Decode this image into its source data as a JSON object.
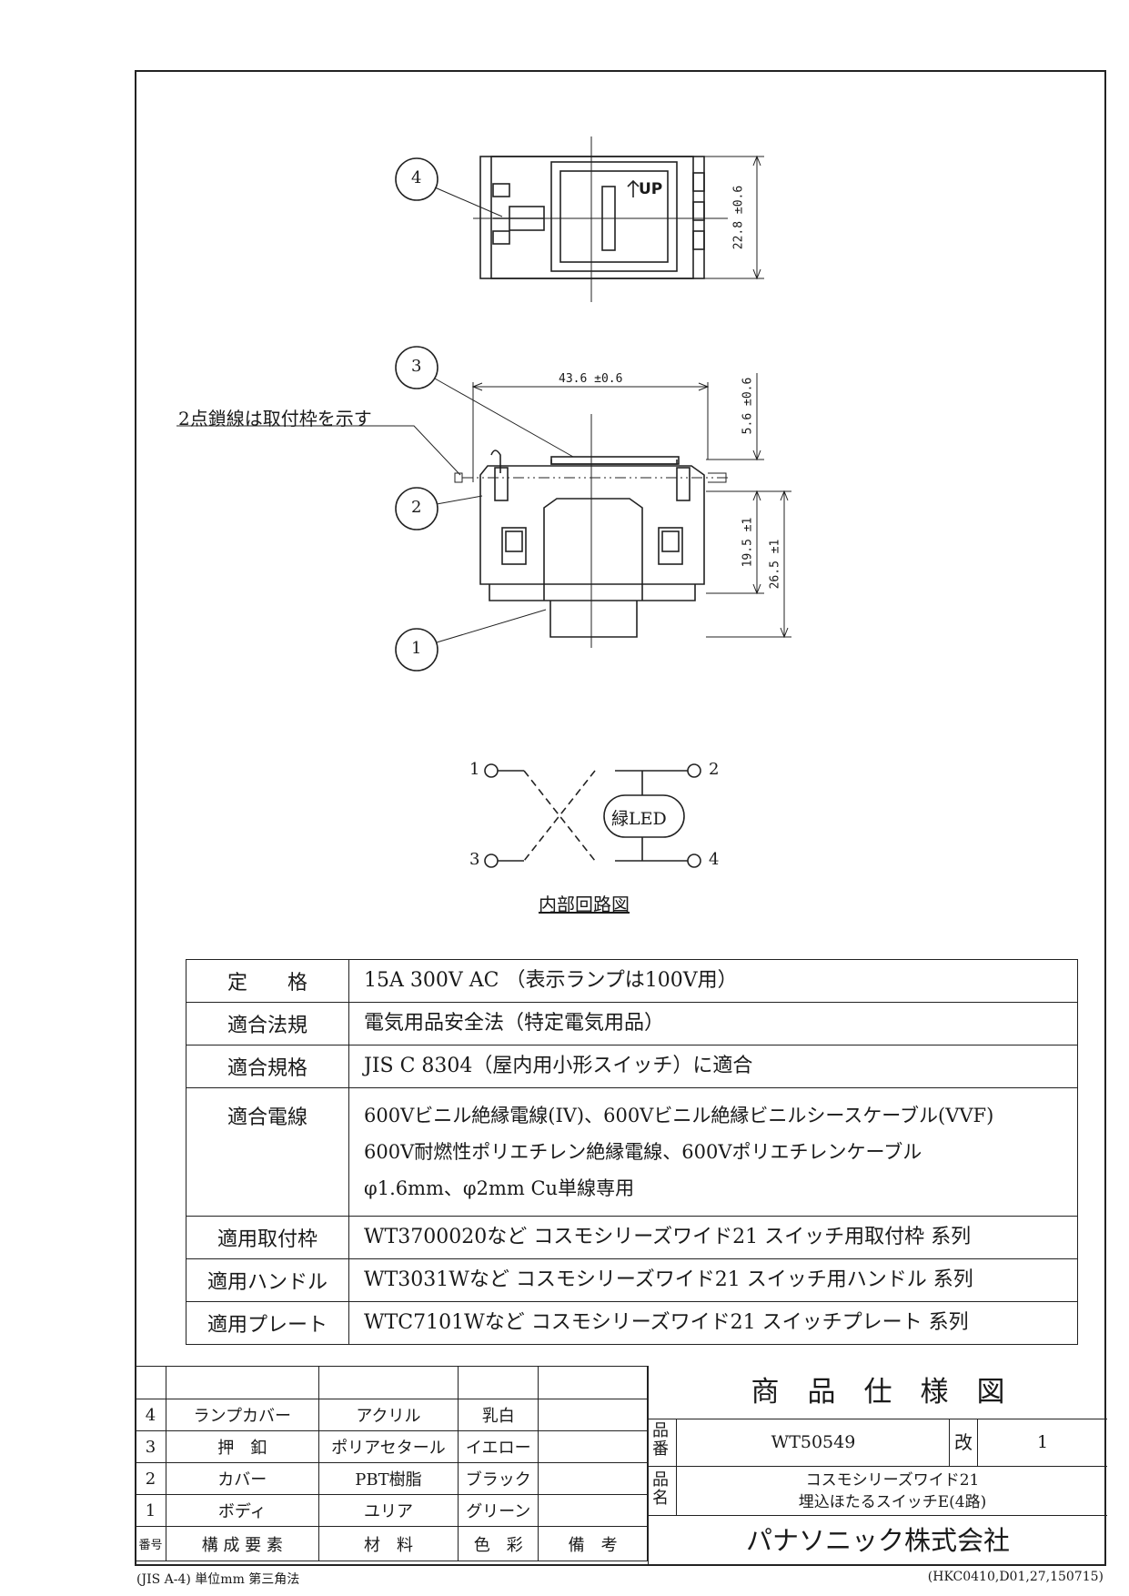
{
  "drawing": {
    "callouts": [
      "1",
      "2",
      "3",
      "4"
    ],
    "up_label": "UP",
    "dims": {
      "width": "43.6 ±0.6",
      "height_top": "22.8 ±0.6",
      "depth_upper": "5.6 ±0.6",
      "depth_mid": "19.5 ±1",
      "depth_total": "26.5 ±1"
    },
    "note": "2点鎖線は取付枠を示す"
  },
  "circuit": {
    "terminals": [
      "1",
      "2",
      "3",
      "4"
    ],
    "led_label": "緑LED",
    "caption": "内部回路図"
  },
  "spec": [
    {
      "label": "定　　格",
      "lines": [
        "15A  300V  AC （表示ランプは100V用）"
      ]
    },
    {
      "label": "適合法規",
      "lines": [
        "電気用品安全法（特定電気用品）"
      ]
    },
    {
      "label": "適合規格",
      "lines": [
        "JIS  C  8304（屋内用小形スイッチ）に適合"
      ]
    },
    {
      "label": "適合電線",
      "lines": [
        "600Vビニル絶縁電線(IV)、600Vビニル絶縁ビニルシースケーブル(VVF)",
        "600V耐燃性ポリエチレン絶縁電線、600Vポリエチレンケーブル",
        " φ1.6mm、φ2mm  Cu単線専用"
      ]
    },
    {
      "label": "適用取付枠",
      "lines": [
        "WT3700020など  コスモシリーズワイド21  スイッチ用取付枠  系列"
      ]
    },
    {
      "label": "適用ハンドル",
      "lines": [
        "WT3031Wなど  コスモシリーズワイド21  スイッチ用ハンドル  系列"
      ]
    },
    {
      "label": "適用プレート",
      "lines": [
        "WTC7101Wなど  コスモシリーズワイド21  スイッチプレート  系列"
      ]
    }
  ],
  "parts": {
    "rows": [
      {
        "no": "4",
        "name": "ランプカバー",
        "material": "アクリル",
        "color": "乳白",
        "note": ""
      },
      {
        "no": "3",
        "name": "押　釦",
        "material": "ポリアセタール",
        "color": "イエロー",
        "note": ""
      },
      {
        "no": "2",
        "name": "カバー",
        "material": "PBT樹脂",
        "color": "ブラック",
        "note": ""
      },
      {
        "no": "1",
        "name": "ボディ",
        "material": "ユリア",
        "color": "グリーン",
        "note": ""
      }
    ],
    "header": {
      "no": "番号",
      "name": "構 成 要 素",
      "material": "材　料",
      "color": "色　彩",
      "note": "備　考"
    }
  },
  "title_block": {
    "title": "商　品　仕　様　図",
    "product_no_label": "品番",
    "product_no": "WT50549",
    "revision_label": "改",
    "revision": "1",
    "product_name_label": "品名",
    "product_name_line1": "コスモシリーズワイド21",
    "product_name_line2": "埋込ほたるスイッチE(4路)",
    "company": "パナソニック株式会社"
  },
  "footer": {
    "left": "(JIS A-4)  単位mm  第三角法",
    "right": "(HKC0410,D01,27,150715)"
  }
}
